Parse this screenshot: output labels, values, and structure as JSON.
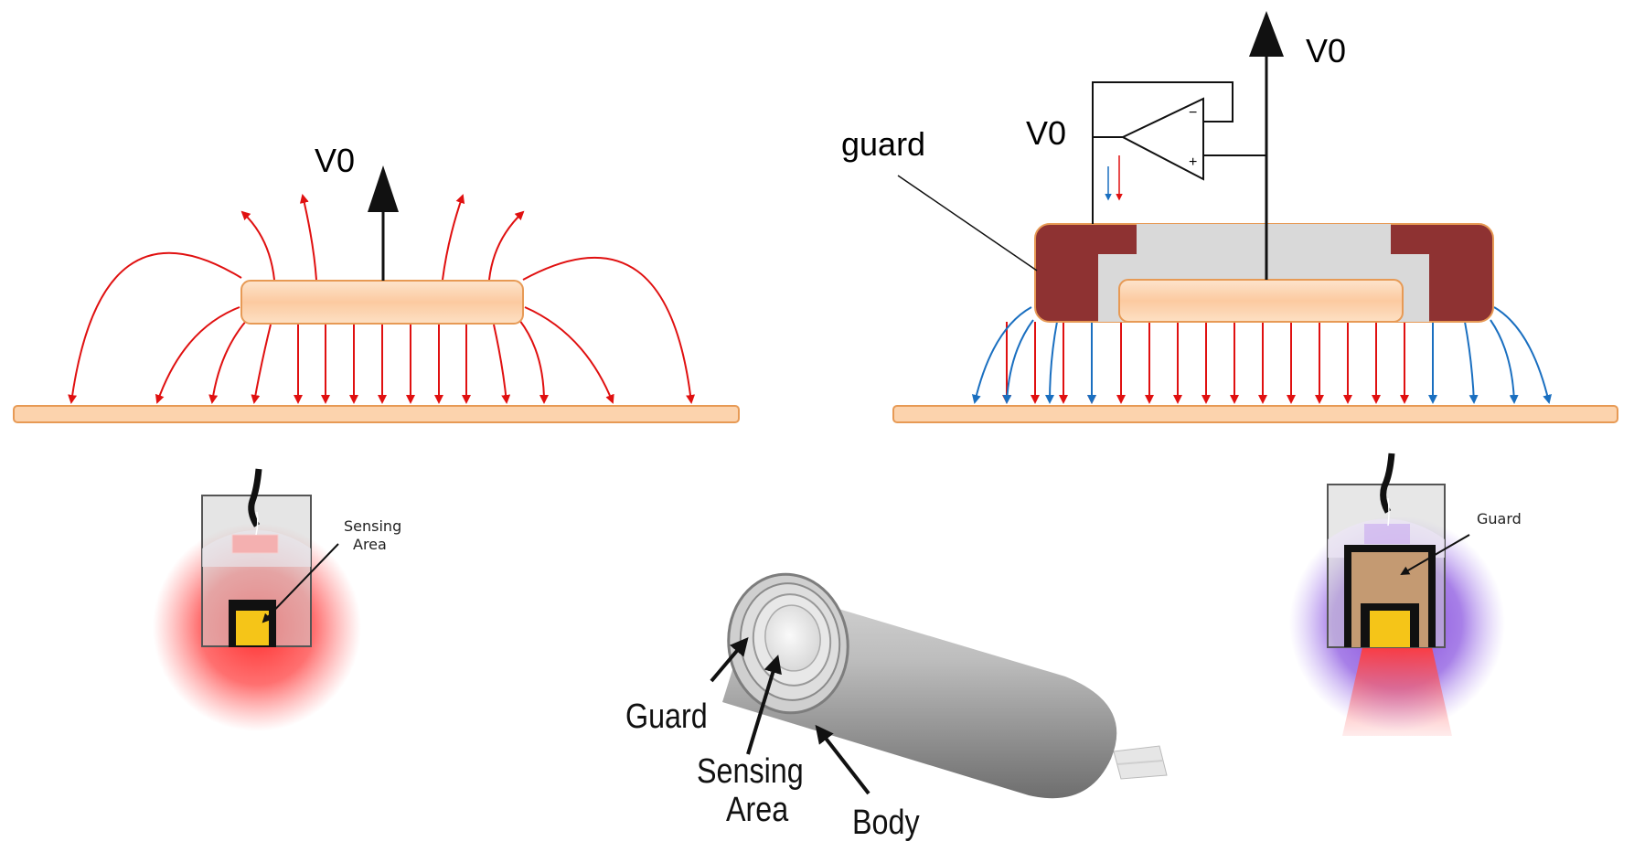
{
  "left_panel": {
    "voltage_label": "V0"
  },
  "right_panel": {
    "voltage_top_label": "V0",
    "voltage_amp_label": "V0",
    "guard_label": "guard",
    "amp_minus": "−",
    "amp_plus": "+"
  },
  "left_probe": {
    "sensing_area_label_line1": "Sensing",
    "sensing_area_label_line2": "Area"
  },
  "right_probe": {
    "guard_label": "Guard"
  },
  "center_probe": {
    "guard_label": "Guard",
    "sensing_area_label_line1": "Sensing",
    "sensing_area_label_line2": "Area",
    "body_label": "Body"
  },
  "colors": {
    "field_unguarded": "#e01010",
    "field_guard": "#1a6fc0",
    "plate_fill": "#fcd3ad",
    "plate_stroke": "#e79a55",
    "guard_fill": "#8e3232",
    "insulator_fill": "#d9d9d9",
    "sensing_area": "#f5c518"
  }
}
